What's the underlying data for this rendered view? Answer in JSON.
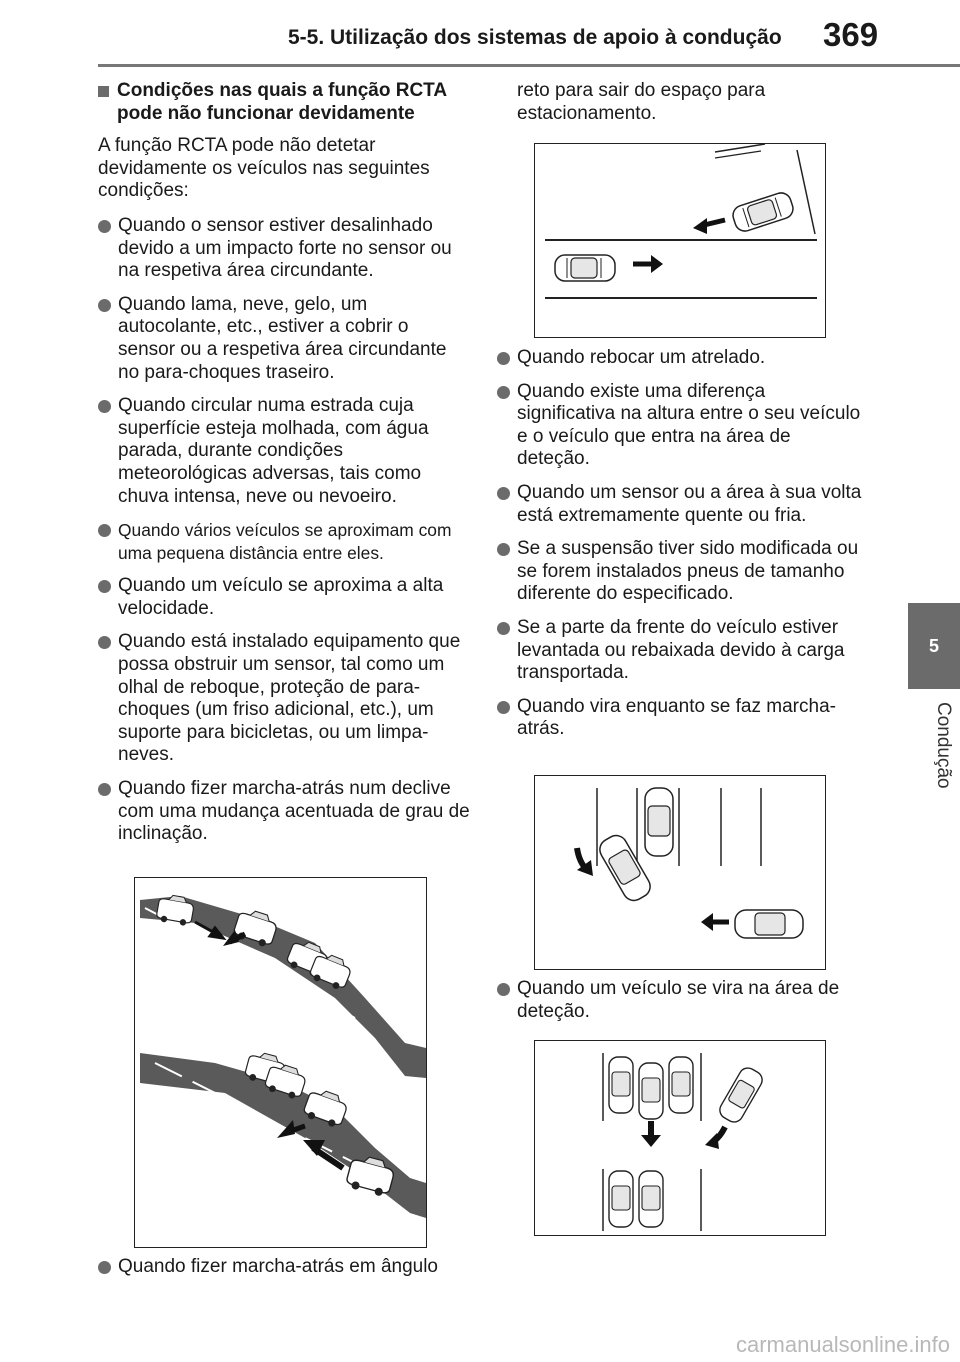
{
  "header": {
    "title": "5-5. Utilização dos sistemas de apoio à condução",
    "page_number": "369"
  },
  "side_tab": {
    "number": "5",
    "label": "Condução"
  },
  "left_column": {
    "heading": "Condições nas quais a função RCTA pode não funcionar devidamente",
    "intro": "A função RCTA pode não detetar devidamente os veículos nas seguintes condições:",
    "bullets": [
      "Quando o sensor estiver desalinhado devido a um impacto forte no sensor ou na respetiva área circundante.",
      "Quando lama, neve, gelo, um autocolante, etc., estiver a cobrir o sensor ou a respetiva área circundante no para-choques traseiro.",
      "Quando circular numa estrada cuja superfície esteja molhada, com água parada, durante condições meteorológicas adversas, tais como chuva intensa, neve ou nevoeiro.",
      "Quando vários veículos se aproximam com uma pequena distância entre eles.",
      "Quando um veículo se aproxima a alta velocidade.",
      "Quando está instalado equipamento que possa obstruir um sensor, tal como um olhal de reboque, proteção de para-choques (um friso adicional, etc.), um suporte para bicicletas, ou um limpa-neves.",
      "Quando fizer marcha-atrás num declive com uma mudança acentuada de grau de inclinação."
    ],
    "last_bullet": "Quando fizer marcha-atrás em ângulo"
  },
  "right_column": {
    "continuation": "reto para sair do espaço para estacionamento.",
    "bullets": [
      "Quando rebocar um atrelado.",
      "Quando existe uma diferença significativa na altura entre o seu veículo e o veículo que entra na área de deteção.",
      "Quando um sensor ou a área à sua volta está extremamente quente ou fria.",
      "Se a suspensão tiver sido modificada ou se forem instalados pneus de tamanho diferente do especificado.",
      "Se a parte da frente do veículo estiver levantada ou rebaixada devido à carga transportada.",
      "Quando vira enquanto se faz marcha-atrás."
    ],
    "last_bullet": "Quando um veículo se vira na área de deteção."
  },
  "footer": {
    "watermark": "carmanualsonline.info"
  }
}
